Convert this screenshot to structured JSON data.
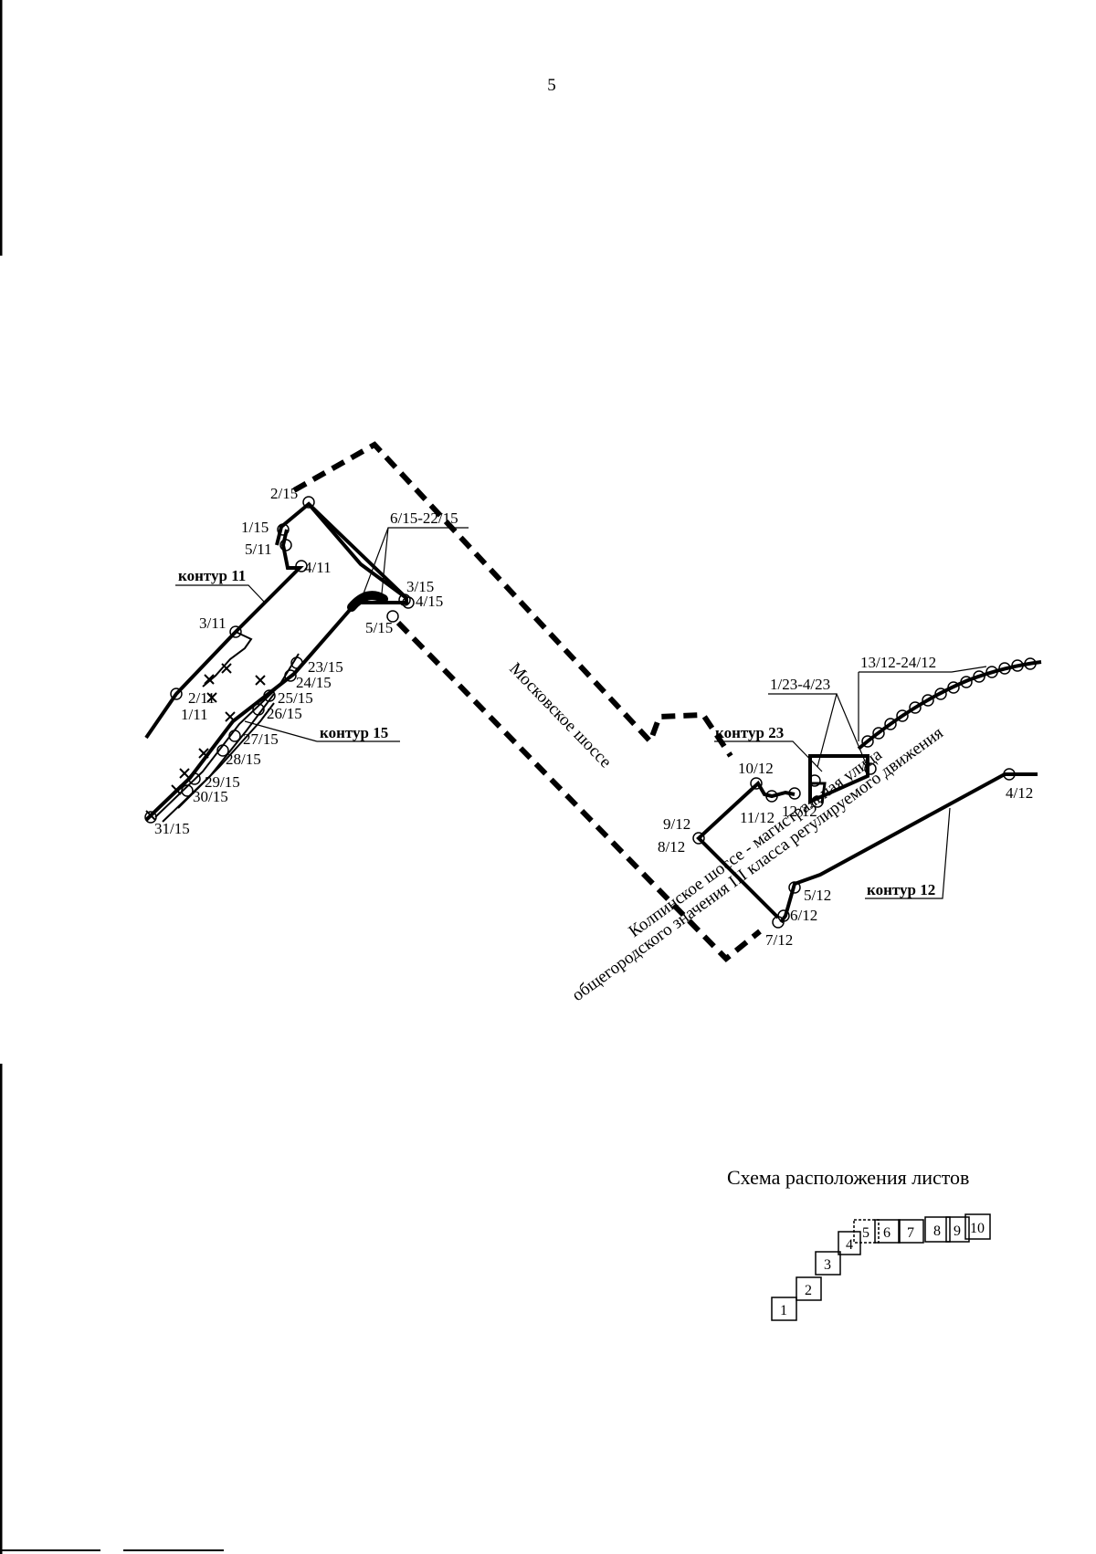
{
  "page_number": "5",
  "contours": {
    "c11": "контур 11",
    "c15": "контур 15",
    "c23": "контур 23",
    "c12": "контур 12"
  },
  "roads": {
    "moskovskoe": "Московское шоссе",
    "kolpinskoe_line1": "Колпинское шоссе - магистральная улица",
    "kolpinskoe_line2": "общегородского значения III класса регулируемого движения"
  },
  "callouts": {
    "c15_range": "6/15-22/15",
    "c23_range": "1/23-4/23",
    "c12_range": "13/12-24/12"
  },
  "points": {
    "p2_15": "2/15",
    "p1_15": "1/15",
    "p5_11": "5/11",
    "p4_11": "4/11",
    "p3_15": "3/15",
    "p4_15": "4/15",
    "p5_15": "5/15",
    "p3_11": "3/11",
    "p2_11": "2/11",
    "p1_11": "1/11",
    "p23_15": "23/15",
    "p24_15": "24/15",
    "p25_15": "25/15",
    "p26_15": "26/15",
    "p27_15": "27/15",
    "p28_15": "28/15",
    "p29_15": "29/15",
    "p30_15": "30/15",
    "p31_15": "31/15",
    "p10_12": "10/12",
    "p9_12": "9/12",
    "p8_12": "8/12",
    "p11_12": "11/12",
    "p12_12": "12/12",
    "p5_12": "5/12",
    "p6_12": "6/12",
    "p7_12": "7/12",
    "p4_12": "4/12"
  },
  "sheet_index": {
    "title": "Схема расположения листов",
    "sheets": [
      "1",
      "2",
      "3",
      "4",
      "5",
      "6",
      "7",
      "8",
      "9",
      "10"
    ]
  }
}
